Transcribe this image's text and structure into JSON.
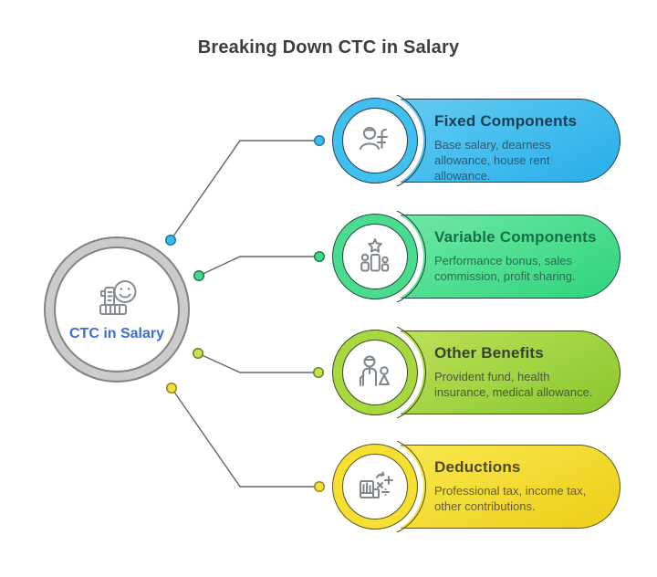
{
  "title": "Breaking Down CTC in Salary",
  "title_color": "#3E3E3E",
  "hub": {
    "label": "CTC in Salary",
    "label_color": "#3D6FD6",
    "ring_color": "#CBCBCB",
    "ring_border": "#828282",
    "icon": "salary-receipt-smiley-icon"
  },
  "connector": {
    "line_color": "#5B6770"
  },
  "cards": [
    {
      "id": "fixed-components",
      "title": "Fixed Components",
      "description": "Base salary, dearness\nallowance, house rent\nallowance.",
      "icon": "employee-salary-icon",
      "bg_top": "#67CEF4",
      "bg_bottom": "#2DB1EA",
      "accent": "#3FC0EF",
      "border_color": "#2B3E4C",
      "title_color": "#1D3C50",
      "desc_color": "#2B5B72",
      "dot_color": "#38BCEE",
      "dot_border": "#20789E"
    },
    {
      "id": "variable-components",
      "title": "Variable Components",
      "description": "Performance bonus, sales\ncommission, profit sharing.",
      "icon": "performance-podium-icon",
      "bg_top": "#74E9AB",
      "bg_bottom": "#35D681",
      "accent": "#4ADC8E",
      "border_color": "#234B39",
      "title_color": "#137143",
      "desc_color": "#2E6B4F",
      "dot_color": "#41D98A",
      "dot_border": "#1E7A4E"
    },
    {
      "id": "other-benefits",
      "title": "Other Benefits",
      "description": "Provident fund, health\ninsurance, medical allowance.",
      "icon": "family-dependents-icon",
      "bg_top": "#C1E35B",
      "bg_bottom": "#8EC933",
      "accent": "#A8D840",
      "border_color": "#3F4A22",
      "title_color": "#384230",
      "desc_color": "#4C5838",
      "dot_color": "#C3E24E",
      "dot_border": "#6F7F2C"
    },
    {
      "id": "deductions",
      "title": "Deductions",
      "description": "Professional tax, income tax,\nother contributions.",
      "icon": "tax-calculation-icon",
      "bg_top": "#F9EA52",
      "bg_bottom": "#EFD11E",
      "accent": "#F5DF2F",
      "border_color": "#5C5420",
      "title_color": "#4E4829",
      "desc_color": "#635C33",
      "dot_color": "#F2E13C",
      "dot_border": "#97851C"
    }
  ]
}
